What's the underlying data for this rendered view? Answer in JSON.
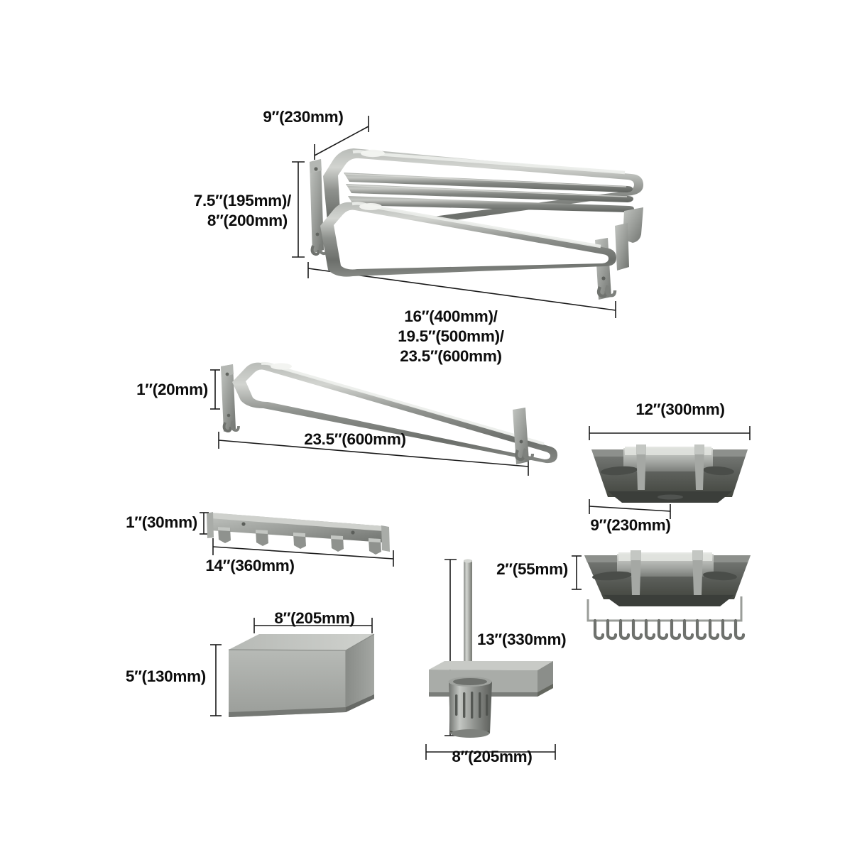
{
  "diagram": {
    "title": "Bathroom hardware set dimension diagram",
    "background_color": "#ffffff",
    "text_color": "#0d0d0d",
    "metal_light": "#c9cbc8",
    "metal_mid": "#9a9d99",
    "metal_dark": "#6e716d",
    "metal_shadow": "#4b4e4b",
    "line_color": "#1a1a1a"
  },
  "products": [
    {
      "id": "double-towel-rack",
      "name": "Double bar towel rack with shelf",
      "dimensions": {
        "depth": "9″(230mm)",
        "height": "7.5″(195mm)/\n8″(200mm)",
        "width": "16″(400mm)/\n19.5″(500mm)/\n23.5″(600mm)"
      }
    },
    {
      "id": "single-towel-bar",
      "name": "Single towel bar with hooks",
      "dimensions": {
        "depth": "1″(20mm)",
        "width": "23.5″(600mm)"
      }
    },
    {
      "id": "hook-rail",
      "name": "Five position hook rail",
      "dimensions": {
        "height": "1″(30mm)",
        "width": "14″(360mm)"
      }
    },
    {
      "id": "corner-shelf",
      "name": "Wall mounted shelf basket",
      "dimensions": {
        "width": "12″(300mm)",
        "depth": "9″(230mm)"
      }
    },
    {
      "id": "shelf-with-hooks",
      "name": "Wall mounted shelf basket with hook bar",
      "dimensions": {
        "height": "2″(55mm)"
      }
    },
    {
      "id": "tissue-box",
      "name": "Tissue box holder",
      "dimensions": {
        "width": "8″(205mm)",
        "height": "5″(130mm)"
      }
    },
    {
      "id": "toilet-brush-holder",
      "name": "Wall mounted toilet brush holder",
      "dimensions": {
        "height": "13″(330mm)",
        "width": "8″(205mm)"
      }
    }
  ],
  "labels": {
    "rack_depth": "9″(230mm)",
    "rack_height_line1": "7.5″(195mm)/",
    "rack_height_line2": "8″(200mm)",
    "rack_width_line1": "16″(400mm)/",
    "rack_width_line2": "19.5″(500mm)/",
    "rack_width_line3": "23.5″(600mm)",
    "bar_depth": "1″(20mm)",
    "bar_width": "23.5″(600mm)",
    "hookrail_height": "1″(30mm)",
    "hookrail_width": "14″(360mm)",
    "shelf_width": "12″(300mm)",
    "shelf_depth": "9″(230mm)",
    "hookshelf_height": "2″(55mm)",
    "brush_height": "13″(330mm)",
    "brush_width": "8″(205mm)",
    "box_width": "8″(205mm)",
    "box_height": "5″(130mm)"
  }
}
